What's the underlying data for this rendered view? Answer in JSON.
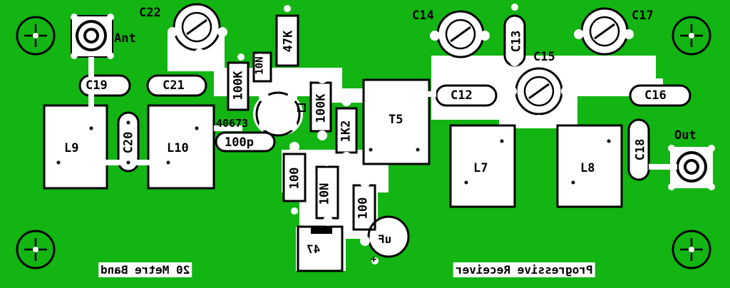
{
  "labels": {
    "c22": "C22",
    "ant": "Ant",
    "c19": "C19",
    "c21": "C21",
    "c20": "C20",
    "l9": "L9",
    "l10": "L10",
    "r47k": "47K",
    "c10n": "10N",
    "r100k_a": "100K",
    "r100k_b": "100K",
    "r1k2": "1K2",
    "t5": "T5",
    "ic": "40673",
    "c100p": "100p",
    "r100_a": "100",
    "c10n_b": "10N",
    "r100_b": "100",
    "c14": "C14",
    "c13": "C13",
    "c15": "C15",
    "c17": "C17",
    "c12": "C12",
    "c16": "C16",
    "c18": "C18",
    "l7": "L7",
    "l8": "L8",
    "out": "Out",
    "uf": "uF",
    "c47": "47",
    "plus": "+"
  },
  "banners": {
    "left": "20 Metre Band",
    "right": "Progressive Receiver"
  },
  "colors": {
    "board": "#12b512",
    "copper": "#ffffff",
    "ink": "#000000"
  }
}
